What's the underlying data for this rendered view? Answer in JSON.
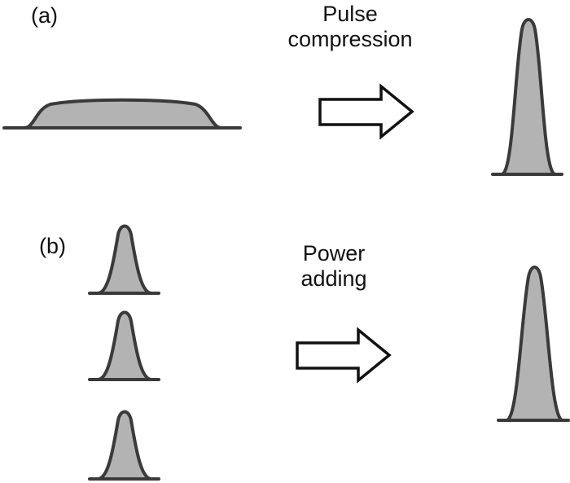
{
  "panel_a": {
    "label": "(a)",
    "process_line1": "Pulse",
    "process_line2": "compression"
  },
  "panel_b": {
    "label": "(b)",
    "process_line1": "Power",
    "process_line2": "adding"
  },
  "colors": {
    "pulse_fill": "#b3b3b3",
    "pulse_outline": "#3a3a3a",
    "arrow_outline": "#111111",
    "text": "#111111"
  }
}
